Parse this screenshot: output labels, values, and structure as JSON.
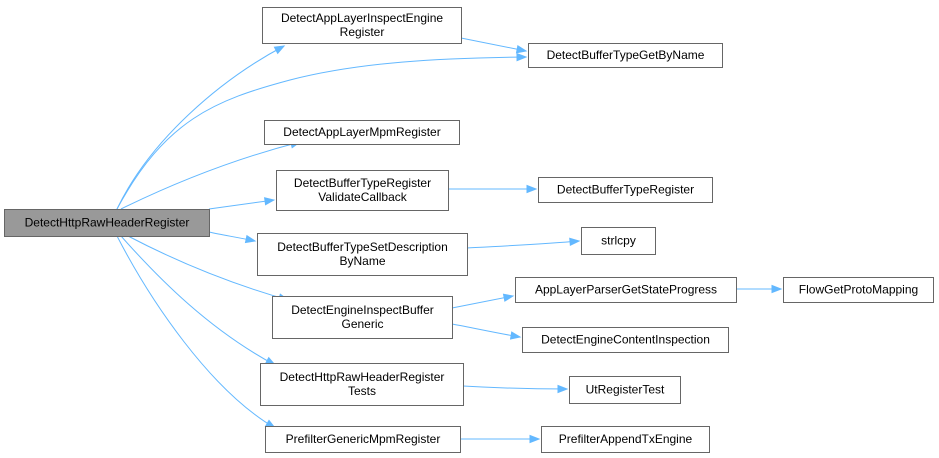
{
  "diagram": {
    "type": "call-graph",
    "colors": {
      "edge": "#63b8ff",
      "node_border": "#666666",
      "root_fill": "#999999",
      "node_fill": "#ffffff"
    },
    "nodes": [
      {
        "id": "root",
        "lines": [
          "DetectHttpRawHeaderRegister"
        ],
        "root": true
      },
      {
        "id": "n1",
        "lines": [
          "DetectAppLayerInspectEngine",
          "Register"
        ]
      },
      {
        "id": "n2",
        "lines": [
          "DetectBufferTypeGetByName"
        ]
      },
      {
        "id": "n3",
        "lines": [
          "DetectAppLayerMpmRegister"
        ]
      },
      {
        "id": "n4",
        "lines": [
          "DetectBufferTypeRegister",
          "ValidateCallback"
        ]
      },
      {
        "id": "n5",
        "lines": [
          "DetectBufferTypeRegister"
        ]
      },
      {
        "id": "n6",
        "lines": [
          "DetectBufferTypeSetDescription",
          "ByName"
        ]
      },
      {
        "id": "n7",
        "lines": [
          "strlcpy"
        ]
      },
      {
        "id": "n8",
        "lines": [
          "DetectEngineInspectBuffer",
          "Generic"
        ]
      },
      {
        "id": "n9",
        "lines": [
          "AppLayerParserGetStateProgress"
        ]
      },
      {
        "id": "n10",
        "lines": [
          "FlowGetProtoMapping"
        ]
      },
      {
        "id": "n11",
        "lines": [
          "DetectEngineContentInspection"
        ]
      },
      {
        "id": "n12",
        "lines": [
          "DetectHttpRawHeaderRegister",
          "Tests"
        ]
      },
      {
        "id": "n13",
        "lines": [
          "UtRegisterTest"
        ]
      },
      {
        "id": "n14",
        "lines": [
          "PrefilterGenericMpmRegister"
        ]
      },
      {
        "id": "n15",
        "lines": [
          "PrefilterAppendTxEngine"
        ]
      }
    ],
    "edges": [
      {
        "from": "root",
        "to": "n1"
      },
      {
        "from": "root",
        "to": "n2"
      },
      {
        "from": "root",
        "to": "n3"
      },
      {
        "from": "root",
        "to": "n4"
      },
      {
        "from": "root",
        "to": "n6"
      },
      {
        "from": "root",
        "to": "n8"
      },
      {
        "from": "root",
        "to": "n12"
      },
      {
        "from": "root",
        "to": "n14"
      },
      {
        "from": "n1",
        "to": "n2"
      },
      {
        "from": "n4",
        "to": "n5"
      },
      {
        "from": "n6",
        "to": "n7"
      },
      {
        "from": "n8",
        "to": "n9"
      },
      {
        "from": "n8",
        "to": "n11"
      },
      {
        "from": "n9",
        "to": "n10"
      },
      {
        "from": "n12",
        "to": "n13"
      },
      {
        "from": "n14",
        "to": "n15"
      }
    ]
  }
}
